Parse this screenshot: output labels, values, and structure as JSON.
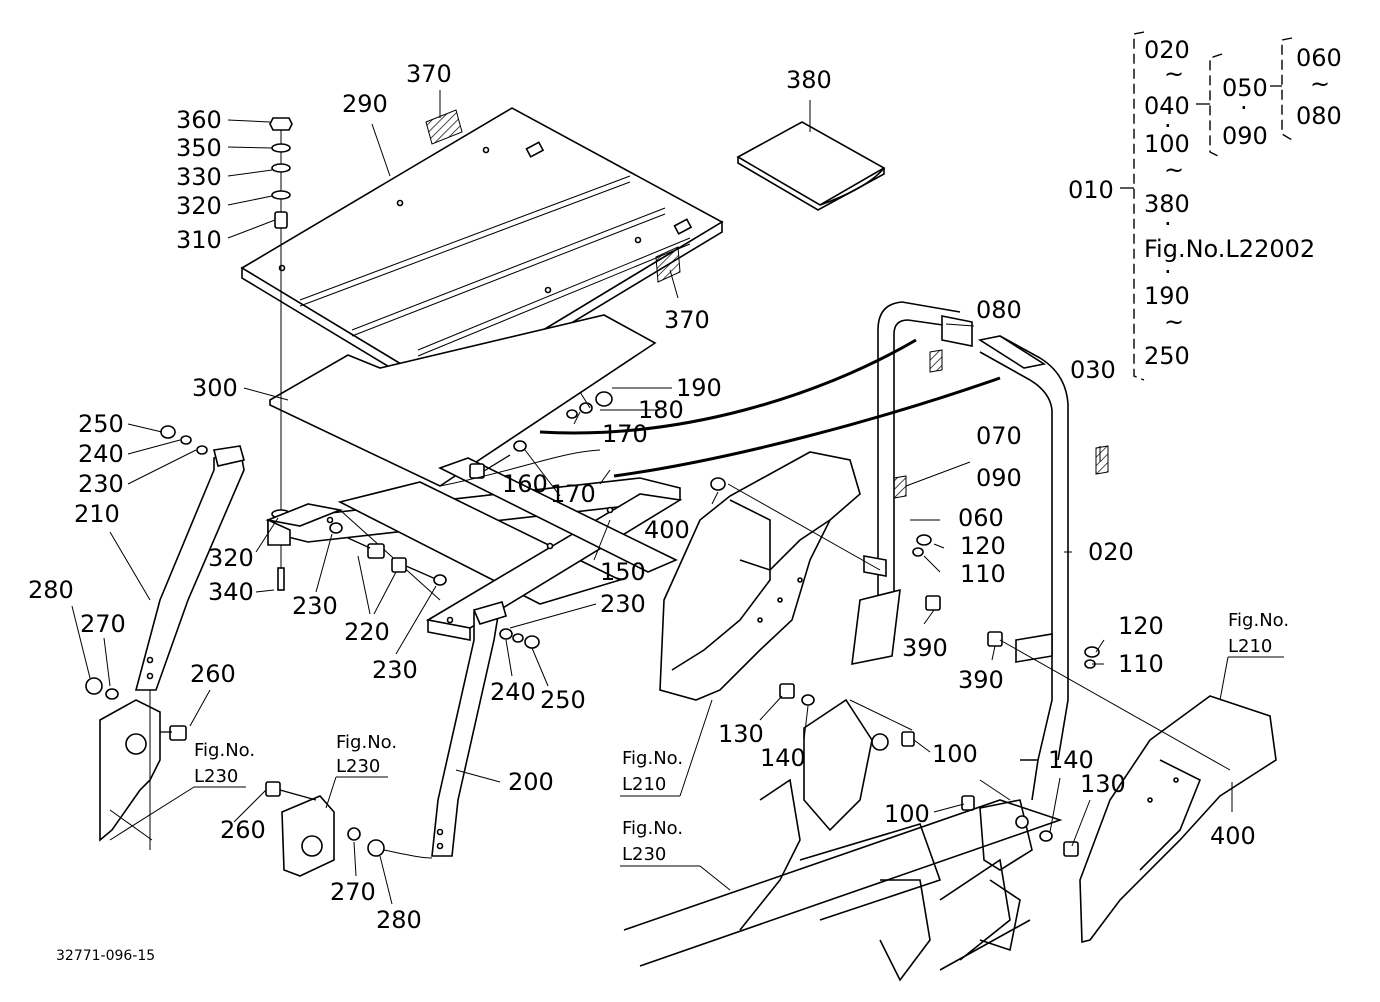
{
  "diagram_code": "32771-096-15",
  "callouts": {
    "c010": "010",
    "c020a": "020",
    "c020b": "020",
    "c030": "030",
    "c040": "040",
    "c050": "050",
    "c060a": "060",
    "c060b": "060",
    "c070": "070",
    "c080a": "080",
    "c080b": "080",
    "c090a": "090",
    "c090b": "090",
    "c100a": "100",
    "c100b": "100",
    "c100c": "100",
    "c110a": "110",
    "c110b": "110",
    "c120a": "120",
    "c120b": "120",
    "c130a": "130",
    "c130b": "130",
    "c140a": "140",
    "c140b": "140",
    "c150": "150",
    "c160": "160",
    "c170a": "170",
    "c170b": "170",
    "c180": "180",
    "c190a": "190",
    "c190b": "190",
    "c200": "200",
    "c210": "210",
    "c220": "220",
    "c230a": "230",
    "c230b": "230",
    "c230c": "230",
    "c230d": "230",
    "c240a": "240",
    "c240b": "240",
    "c250a": "250",
    "c250b": "250",
    "c250c": "250",
    "c260a": "260",
    "c260b": "260",
    "c270a": "270",
    "c270b": "270",
    "c280a": "280",
    "c280b": "280",
    "c290": "290",
    "c300": "300",
    "c310": "310",
    "c320a": "320",
    "c320b": "320",
    "c330": "330",
    "c340": "340",
    "c350": "350",
    "c360": "360",
    "c370a": "370",
    "c370b": "370",
    "c380a": "380",
    "c380b": "380",
    "c390a": "390",
    "c390b": "390",
    "c400a": "400",
    "c400b": "400"
  },
  "tree_symbols": {
    "tilde": "~",
    "dot": "·"
  },
  "fig_refs": {
    "fig_label": "Fig.No.",
    "fig_inline": "Fig.No.L22002",
    "l210": "L210",
    "l230": "L230"
  }
}
